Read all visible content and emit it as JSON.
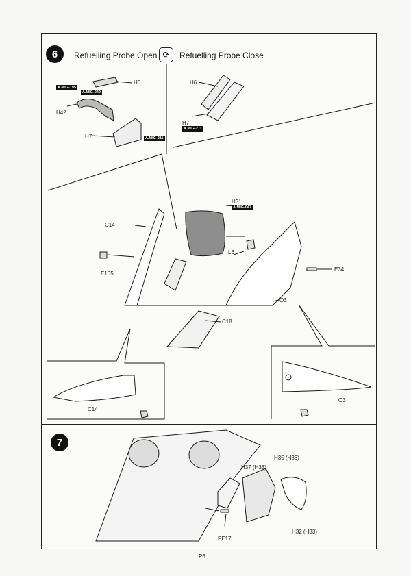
{
  "step6": {
    "number": "6",
    "title_open": "Refuelling Probe Open",
    "title_close": "Refuelling Probe Close",
    "flip_icon": "flip-rotate-icon",
    "labels": {
      "h6_open": "H6",
      "h42": "H42",
      "h7_open": "H7",
      "h6_close": "H6",
      "h7_close": "H7",
      "c14": "C14",
      "e105": "E105",
      "h31": "H31",
      "l6": "L6",
      "e34": "E34",
      "o3": "O3",
      "c18": "C18",
      "c14_detail": "C14",
      "o3_detail": "O3"
    },
    "paints": {
      "mig195": "A.MIG-195",
      "mig049": "A.MIG-049",
      "mig211_open": "A.MIG-211",
      "mig211_close": "A.MIG-211",
      "mig047": "A.MIG-047"
    }
  },
  "step7": {
    "number": "7",
    "labels": {
      "h37": "H37 (H38)",
      "h35": "H35 (H36)",
      "h32": "H32 (H33)",
      "pe17": "PE17"
    }
  },
  "page_number": "P6"
}
